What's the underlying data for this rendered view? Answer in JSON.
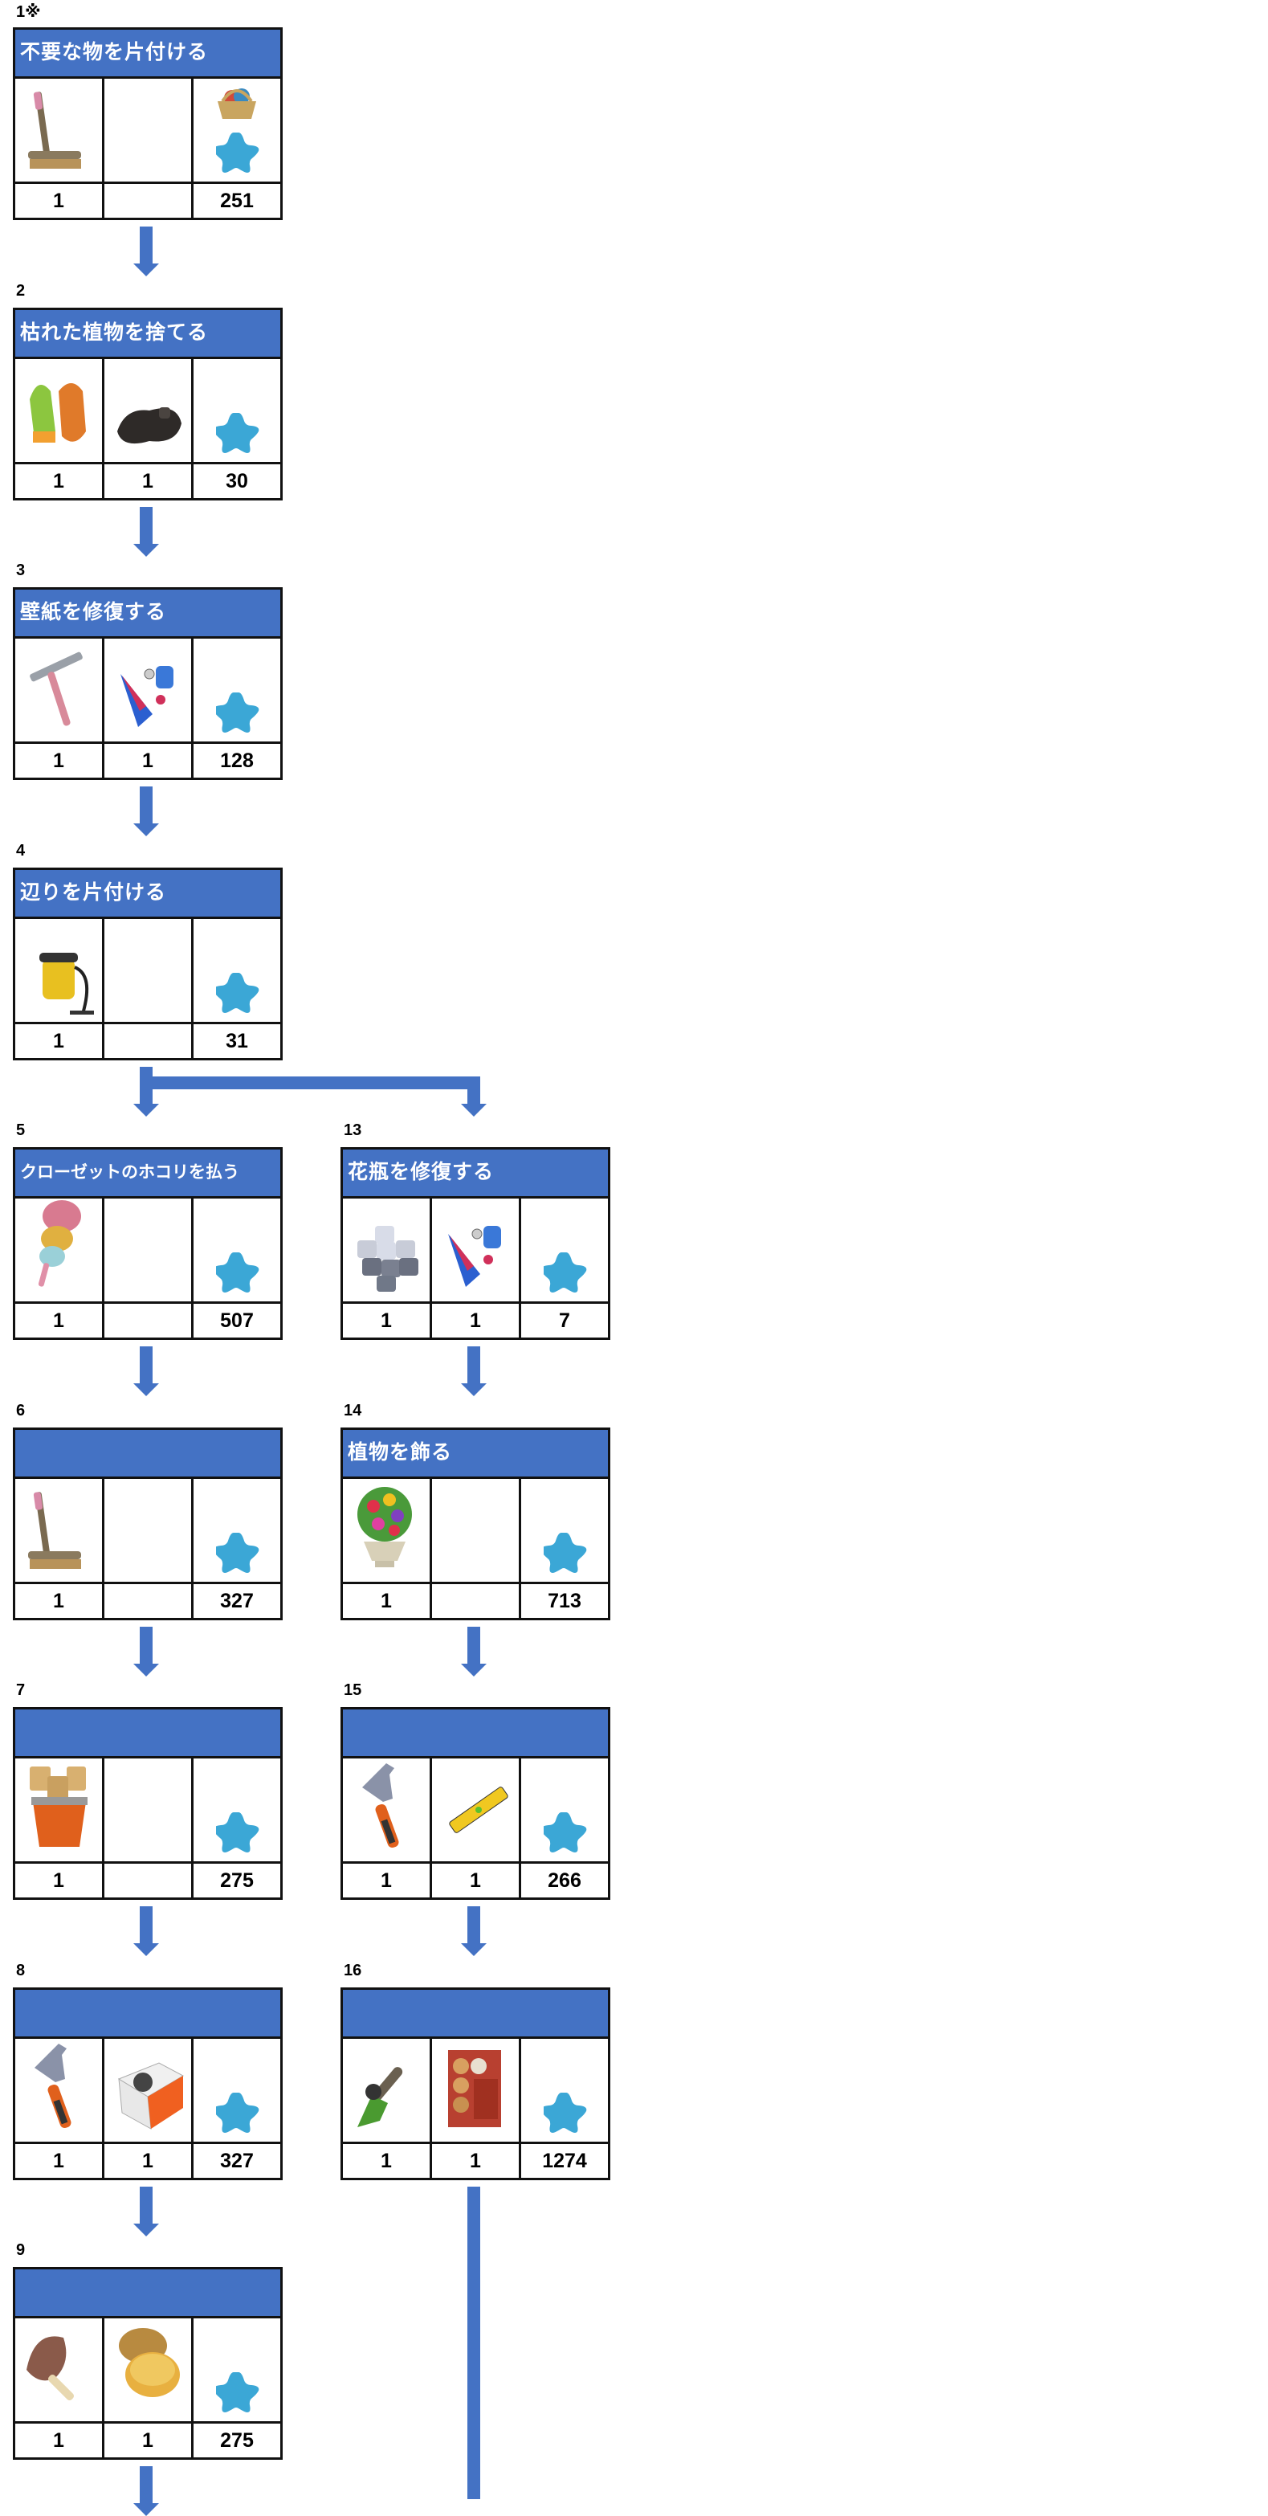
{
  "colors": {
    "header": "#4472C4",
    "arrow": "#4472C4",
    "star": "#3BA7D6"
  },
  "cards": [
    {
      "step": "1※",
      "title": "不要な物を片付ける",
      "col": "left",
      "row": 0,
      "items": [
        "broom-icon",
        "",
        ""
      ],
      "reward_extra": "yarn-basket-icon",
      "counts": [
        "1",
        "",
        "251"
      ]
    },
    {
      "step": "2",
      "title": "枯れた植物を捨てる",
      "col": "left",
      "row": 1,
      "items": [
        "gloves-icon",
        "trash-bag-icon",
        ""
      ],
      "counts": [
        "1",
        "1",
        "30"
      ]
    },
    {
      "step": "3",
      "title": "壁紙を修復する",
      "col": "left",
      "row": 2,
      "items": [
        "scraper-icon",
        "glue-tube-icon",
        ""
      ],
      "counts": [
        "1",
        "1",
        "128"
      ]
    },
    {
      "step": "4",
      "title": "辺りを片付ける",
      "col": "left",
      "row": 3,
      "items": [
        "vacuum-icon",
        "",
        ""
      ],
      "counts": [
        "1",
        "",
        "31"
      ]
    },
    {
      "step": "5",
      "title": "クローゼットのホコリを払う",
      "col": "left",
      "row": 4,
      "items": [
        "duster-icon",
        "",
        ""
      ],
      "counts": [
        "1",
        "",
        "507"
      ]
    },
    {
      "step": "6",
      "title": "",
      "col": "left",
      "row": 5,
      "items": [
        "broom-icon",
        "",
        ""
      ],
      "counts": [
        "1",
        "",
        "327"
      ]
    },
    {
      "step": "7",
      "title": "",
      "col": "left",
      "row": 6,
      "items": [
        "brush-bucket-icon",
        "",
        ""
      ],
      "counts": [
        "1",
        "",
        "275"
      ]
    },
    {
      "step": "8",
      "title": "",
      "col": "left",
      "row": 7,
      "items": [
        "hammer-icon",
        "nail-box-icon",
        ""
      ],
      "counts": [
        "1",
        "1",
        "327"
      ]
    },
    {
      "step": "9",
      "title": "",
      "col": "left",
      "row": 8,
      "items": [
        "feather-duster-icon",
        "polish-jar-icon",
        ""
      ],
      "counts": [
        "1",
        "1",
        "275"
      ]
    },
    {
      "step": "13",
      "title": "花瓶を修復する",
      "col": "right",
      "row": 4,
      "items": [
        "tiles-icon",
        "glue-tube-icon",
        ""
      ],
      "counts": [
        "1",
        "1",
        "7"
      ]
    },
    {
      "step": "14",
      "title": "植物を飾る",
      "col": "right",
      "row": 5,
      "items": [
        "flower-vase-icon",
        "",
        ""
      ],
      "counts": [
        "1",
        "",
        "713"
      ]
    },
    {
      "step": "15",
      "title": "",
      "col": "right",
      "row": 6,
      "items": [
        "hammer-icon",
        "spirit-level-icon",
        ""
      ],
      "counts": [
        "1",
        "1",
        "266"
      ]
    },
    {
      "step": "16",
      "title": "",
      "col": "right",
      "row": 7,
      "items": [
        "chainsaw-icon",
        "firewood-rack-icon",
        ""
      ],
      "counts": [
        "1",
        "1",
        "1274"
      ]
    }
  ]
}
